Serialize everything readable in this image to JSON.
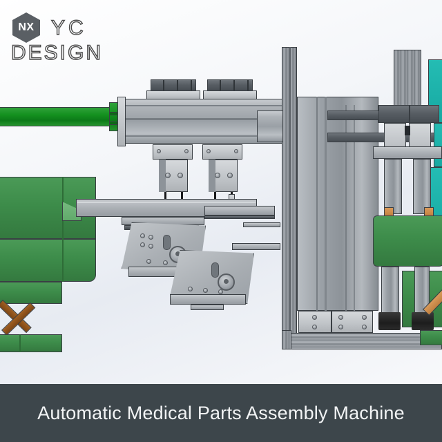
{
  "watermark": {
    "badge_text": "NX",
    "brand_line1": "YC",
    "brand_line2": "DESIGN",
    "badge_shape": "hexagon",
    "badge_color": "#5a5f64",
    "text_color": "#4a4a4a"
  },
  "caption": {
    "title": "Automatic Medical Parts Assembly Machine",
    "background_color": "#3d464b",
    "text_color": "#f2f4f5"
  },
  "viewport": {
    "kind": "cad-render",
    "subject": "Automatic Medical Parts Assembly Machine",
    "background_color": "#f4f6f9",
    "palette": {
      "metal_gray": "#9aa0a6",
      "dark_gray": "#565c62",
      "machine_green": "#3d8c4a",
      "rod_green": "#14901f",
      "accent_teal": "#17a9a2",
      "brown": "#7d4615",
      "tan": "#c07f3f",
      "rubber_black": "#1d1d1d",
      "outline": "#3a3f44"
    },
    "components": [
      {
        "name": "green-feed-rod",
        "type": "cylindrical-rod",
        "color": "#14901f"
      },
      {
        "name": "linear-actuator-beam",
        "type": "horizontal-rail",
        "color": "#9aa0a6"
      },
      {
        "name": "pick-head-left",
        "type": "gripper-assembly",
        "color": "#9aa0a6"
      },
      {
        "name": "pick-head-right",
        "type": "gripper-assembly",
        "color": "#9aa0a6"
      },
      {
        "name": "tilted-plate-upper",
        "type": "mounting-plate",
        "color": "#b0b5ba"
      },
      {
        "name": "tilted-plate-lower",
        "type": "mounting-plate",
        "color": "#b0b5ba"
      },
      {
        "name": "green-fixture-block-left",
        "type": "tooling-block",
        "color": "#3d8c4a"
      },
      {
        "name": "scissor-linkage",
        "type": "x-linkage",
        "color": "#7d4615"
      },
      {
        "name": "vertical-extrusion-column",
        "type": "frame-column",
        "color": "#8f959b"
      },
      {
        "name": "teal-panel",
        "type": "guard-panel",
        "color": "#17a9a2"
      },
      {
        "name": "press-cylinder-stack",
        "type": "pneumatic-cylinder",
        "color": "#b4b9be"
      },
      {
        "name": "green-press-block",
        "type": "tooling-block",
        "color": "#3d8c4a"
      },
      {
        "name": "rubber-foot-left",
        "type": "machine-foot",
        "color": "#1d1d1d"
      },
      {
        "name": "rubber-foot-right",
        "type": "machine-foot",
        "color": "#1d1d1d"
      },
      {
        "name": "base-rail",
        "type": "frame-rail",
        "color": "#8f959b"
      }
    ]
  }
}
